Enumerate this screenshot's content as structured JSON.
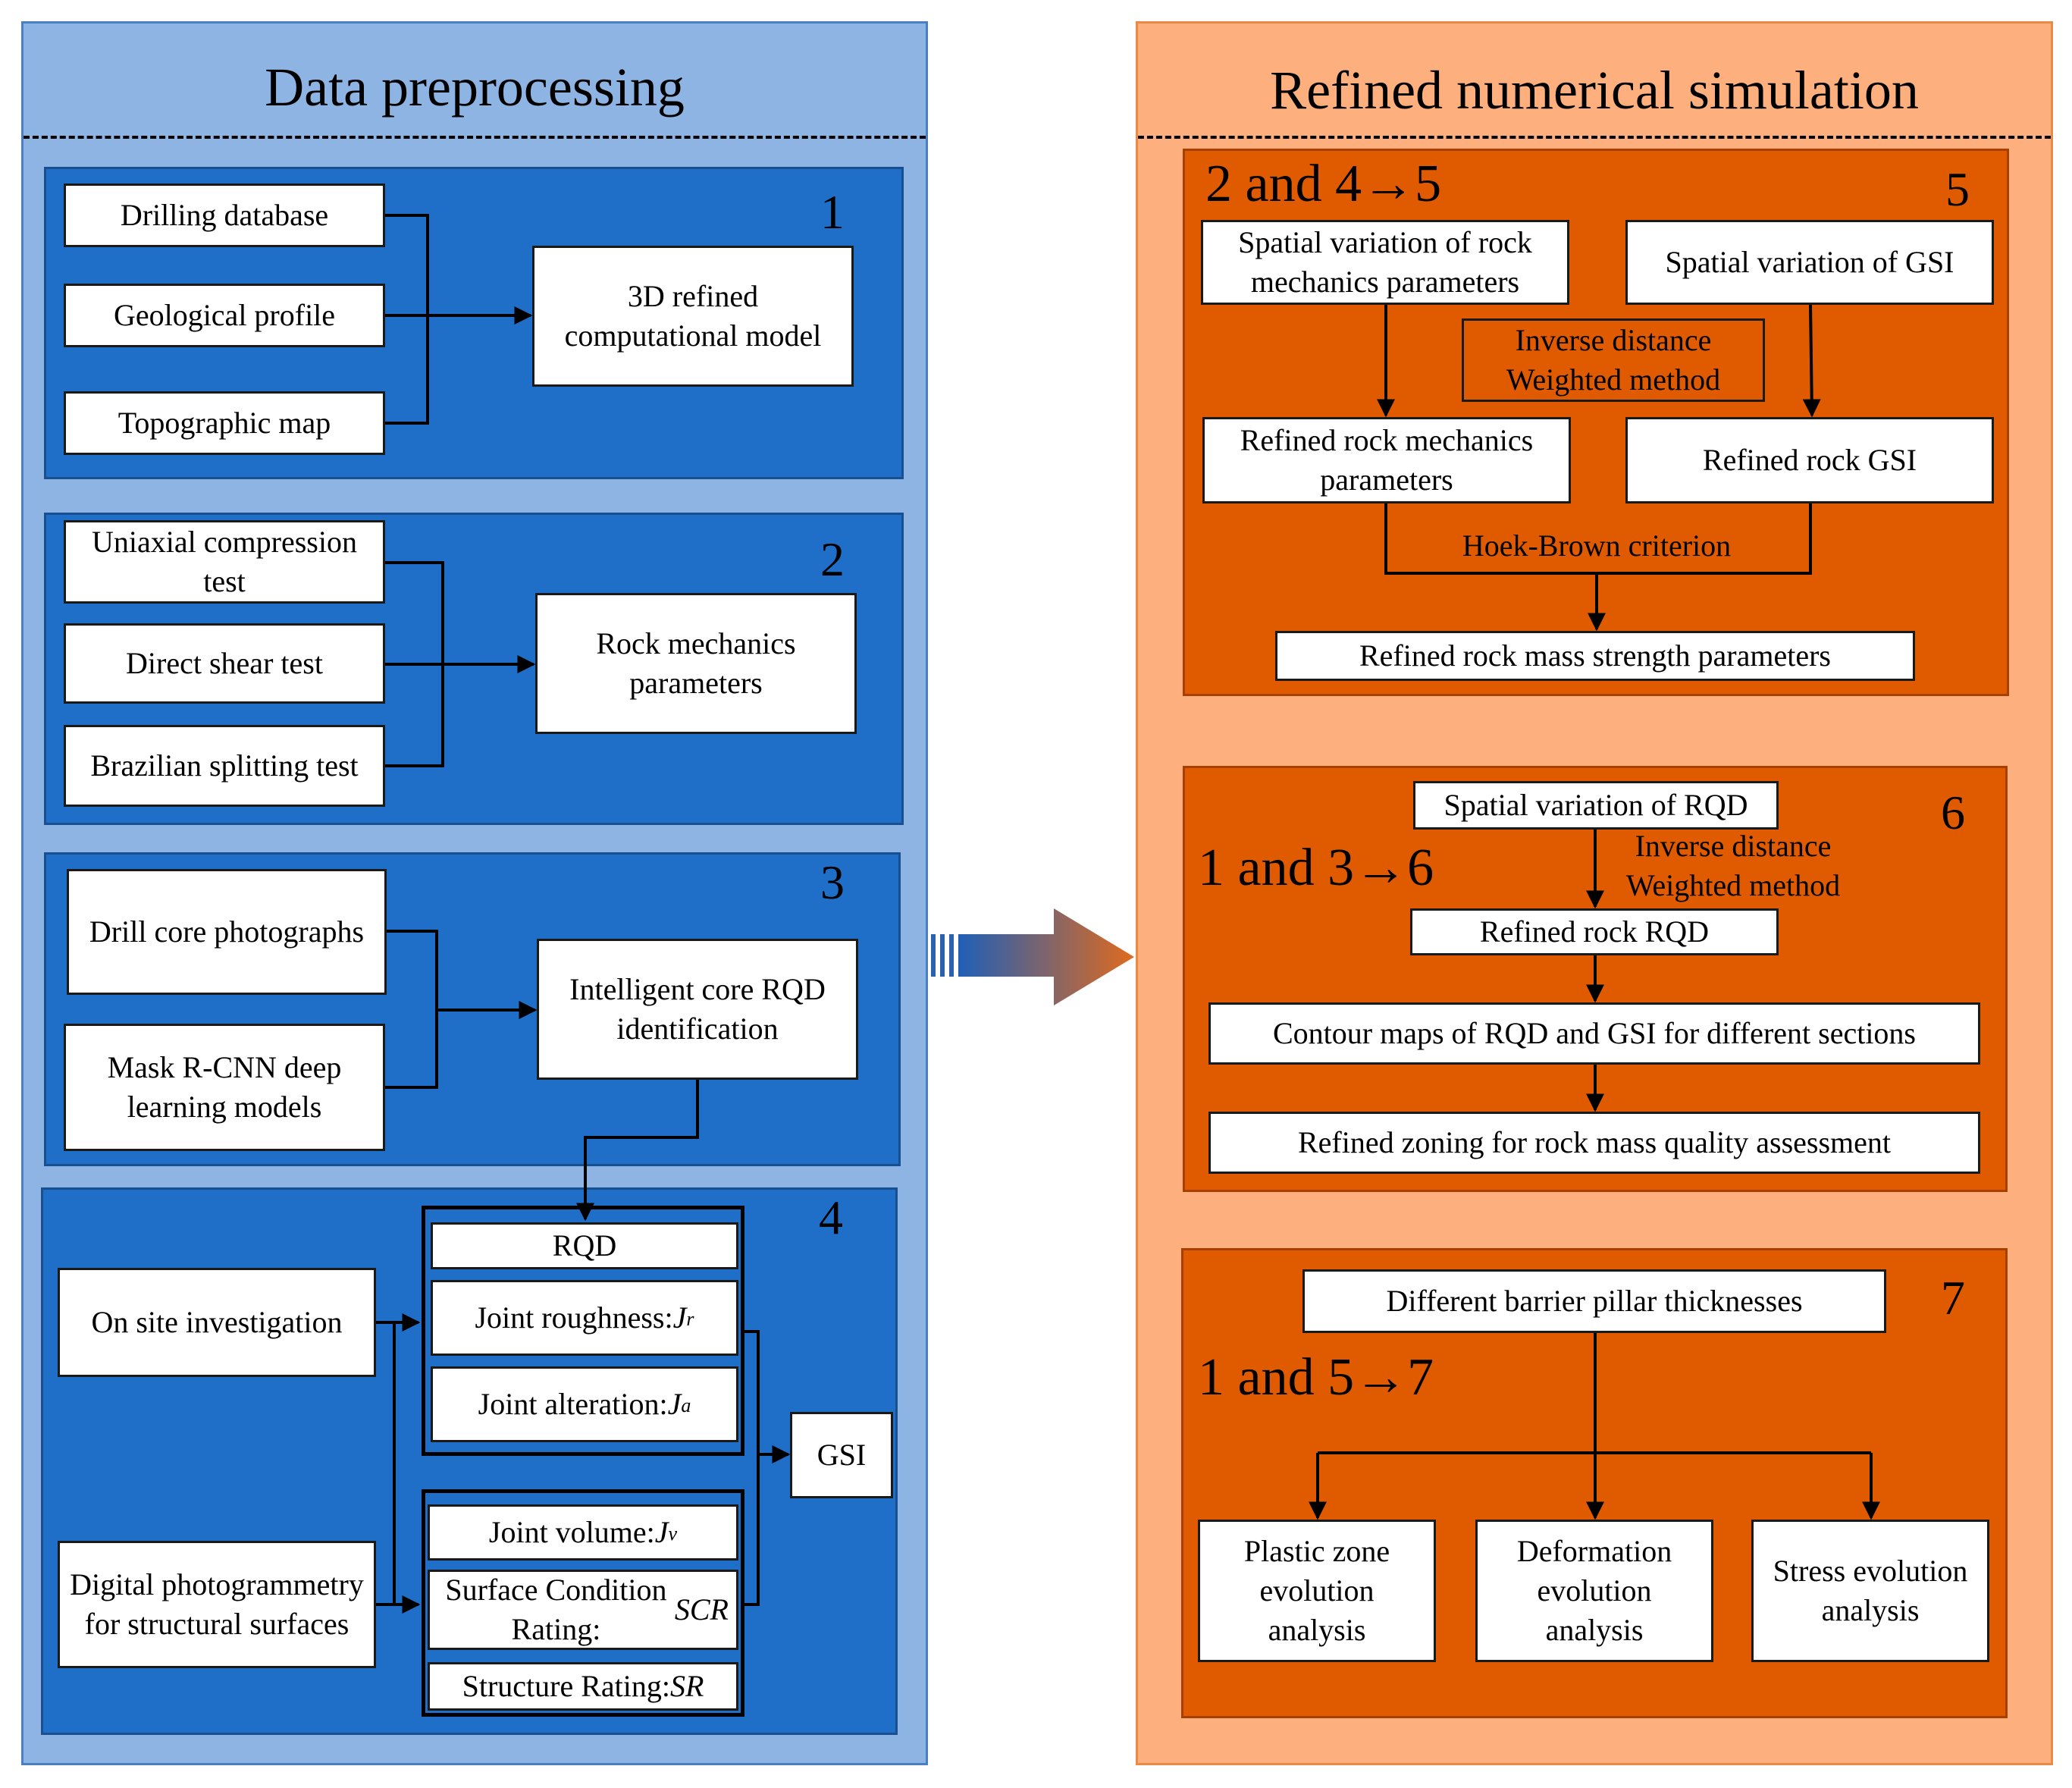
{
  "left_panel": {
    "title": "Data preprocessing"
  },
  "right_panel": {
    "title": "Refined numerical simulation"
  },
  "sec1": {
    "number": "1",
    "inputs": [
      "Drilling database",
      "Geological profile",
      "Topographic map"
    ],
    "output": "3D refined computational model"
  },
  "sec2": {
    "number": "2",
    "inputs": [
      "Uniaxial compression test",
      "Direct shear test",
      "Brazilian splitting test"
    ],
    "output": "Rock mechanics parameters"
  },
  "sec3": {
    "number": "3",
    "inputs": [
      "Drill core photographs",
      "Mask R-CNN  deep learning models"
    ],
    "output": "Intelligent core RQD identification"
  },
  "sec4": {
    "number": "4",
    "inputs": [
      "On site investigation",
      "Digital photogrammetry for structural surfaces"
    ],
    "group_a": {
      "rqd": "RQD",
      "jr_prefix": "Joint roughness:",
      "jr_var": "J",
      "jr_sub": "r",
      "ja_prefix": "Joint alteration:",
      "ja_var": "J",
      "ja_sub": "a"
    },
    "group_b": {
      "jv_prefix": "Joint volume:",
      "jv_var": "J",
      "jv_sub": "v",
      "scr_prefix": "Surface Condition Rating:",
      "scr_var": "SCR",
      "sr_prefix": "Structure Rating:",
      "sr_var": "SR"
    },
    "output": "GSI"
  },
  "sec5": {
    "number": "5",
    "flow": "2 and 4→5",
    "spatial_rock": "Spatial variation of rock mechanics parameters",
    "spatial_gsi": "Spatial variation of GSI",
    "method": "Inverse distance Weighted method",
    "refined_params": "Refined rock mechanics parameters",
    "refined_gsi": "Refined rock GSI",
    "criterion": "Hoek-Brown criterion",
    "strength": "Refined rock mass strength parameters"
  },
  "sec6": {
    "number": "6",
    "flow": "1 and 3→6",
    "spatial_rqd": "Spatial variation of RQD",
    "method": "Inverse distance Weighted method",
    "refined_rqd": "Refined rock RQD",
    "contour": "Contour maps of RQD and GSI for different sections",
    "zoning": "Refined zoning for rock mass quality assessment"
  },
  "sec7": {
    "number": "7",
    "flow": "1 and 5→7",
    "thickness": "Different barrier pillar thicknesses",
    "outputs": [
      "Plastic zone evolution analysis",
      "Deformation evolution analysis",
      "Stress evolution analysis"
    ]
  }
}
